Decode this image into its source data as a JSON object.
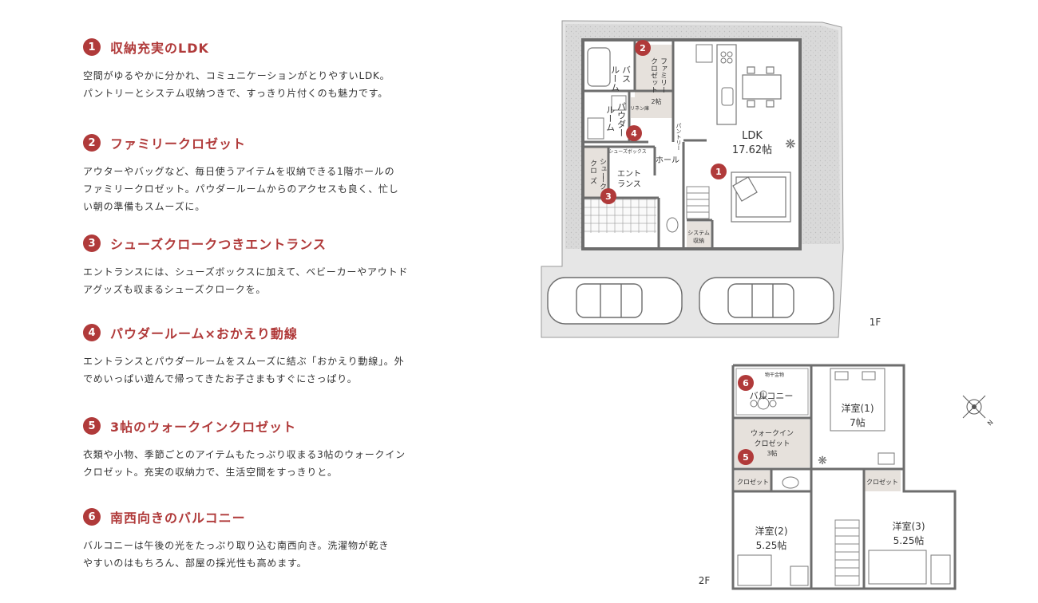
{
  "features": [
    {
      "number": "1",
      "title": "収納充実のLDK",
      "lines": [
        "空間がゆるやかに分かれ、コミュニケーションがとりやすいLDK。",
        "パントリーとシステム収納つきで、すっきり片付くのも魅力です。"
      ]
    },
    {
      "number": "2",
      "title": "ファミリークロゼット",
      "lines": [
        "アウターやバッグなど、毎日使うアイテムを収納できる1階ホールの",
        "ファミリークロゼット。パウダールームからのアクセスも良く、忙し",
        "い朝の準備もスムーズに。"
      ]
    },
    {
      "number": "3",
      "title": "シューズクロークつきエントランス",
      "lines": [
        "エントランスには、シューズボックスに加えて、ベビーカーやアウトド",
        "アグッズも収まるシューズクロークを。"
      ]
    },
    {
      "number": "4",
      "title": "パウダールーム×おかえり動線",
      "lines": [
        "エントランスとパウダールームをスムーズに結ぶ「おかえり動線」。外",
        "でめいっぱい遊んで帰ってきたお子さまもすぐにさっぱり。"
      ]
    },
    {
      "number": "5",
      "title": "3帖のウォークインクロゼット",
      "lines": [
        "衣類や小物、季節ごとのアイテムもたっぷり収まる3帖のウォークイン",
        "クロゼット。充実の収納力で、生活空間をすっきりと。"
      ]
    },
    {
      "number": "6",
      "title": "南西向きのバルコニー",
      "lines": [
        "バルコニーは午後の光をたっぷり取り込む南西向き。洗濯物が乾き",
        "やすいのはもちろん、部屋の採光性も高めます。"
      ]
    }
  ],
  "floor1": {
    "label": "1F",
    "rooms": {
      "bath": [
        "バス",
        "ルーム"
      ],
      "family_closet": [
        "ファミリー",
        "クロゼット",
        "2帖"
      ],
      "linen": "リネン庫",
      "powder": [
        "パウダー",
        "ルーム"
      ],
      "pantry": "パントリー",
      "ldk_name": "LDK",
      "ldk_size": "17.62帖",
      "hall": "ホール",
      "shoe_cloak": [
        "シュー",
        "クロ",
        "ーク",
        "ズ"
      ],
      "shoe_box": "シューズボックス",
      "entrance": [
        "エント",
        "ランス"
      ],
      "system_storage": [
        "システム",
        "収納"
      ]
    },
    "markers": [
      "1",
      "2",
      "3",
      "4"
    ]
  },
  "floor2": {
    "label": "2F",
    "rooms": {
      "laundry": "物干金物",
      "balcony": "バルコニー",
      "western1_name": "洋室(1)",
      "western1_size": "7帖",
      "wic": [
        "ウォークイン",
        "クロゼット",
        "3帖"
      ],
      "closet_left": "クロゼット",
      "closet_right": "クロゼット",
      "western2_name": "洋室(2)",
      "western2_size": "5.25帖",
      "western3_name": "洋室(3)",
      "western3_size": "5.25帖"
    },
    "markers": [
      "5",
      "6"
    ]
  },
  "compass": "N",
  "colors": {
    "accent": "#b03a3a",
    "wall": "#6d6d6d",
    "storage": "#e6e1dc",
    "yard": "#d8d8d8",
    "ground": "#e4e4e4"
  }
}
